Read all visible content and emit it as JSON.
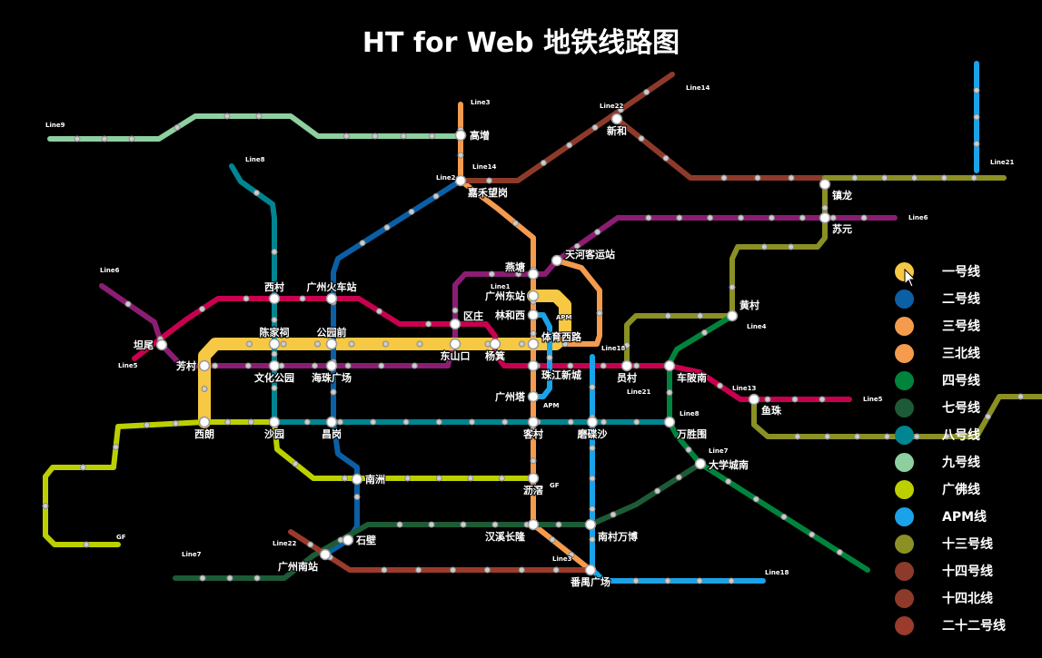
{
  "title": "HT for Web 地铁线路图",
  "legend": [
    {
      "label": "一号线",
      "color": "#F6C843"
    },
    {
      "label": "二号线",
      "color": "#0B5FA5"
    },
    {
      "label": "三号线",
      "color": "#F49B4E"
    },
    {
      "label": "三北线",
      "color": "#F49B4E"
    },
    {
      "label": "四号线",
      "color": "#00843D"
    },
    {
      "label": "七号线",
      "color": "#1D5B36"
    },
    {
      "label": "八号线",
      "color": "#008591"
    },
    {
      "label": "九号线",
      "color": "#8ECFA0"
    },
    {
      "label": "广佛线",
      "color": "#BCD000"
    },
    {
      "label": "APM线",
      "color": "#1AA3E8"
    },
    {
      "label": "十三号线",
      "color": "#8A9024"
    },
    {
      "label": "十四号线",
      "color": "#8E3A2A"
    },
    {
      "label": "十四北线",
      "color": "#8E3A2A"
    },
    {
      "label": "二十二号线",
      "color": "#9A3B2B"
    }
  ],
  "line_colors": {
    "l1": "#F6C843",
    "l2": "#0B5FA5",
    "l3": "#F49B4E",
    "l4": "#00843D",
    "l5": "#C8004F",
    "l6": "#8B1D73",
    "l7": "#1D5B36",
    "l8": "#008591",
    "l9": "#8ECFA0",
    "gf": "#BCD000",
    "apm": "#1AA3E8",
    "l13": "#8A9024",
    "l14": "#8E3A2A",
    "l18": "#1AA3E8",
    "l21": "#8A9024",
    "l22": "#9A3B2B"
  },
  "line_tags": [
    "Line9",
    "Line8",
    "Line2",
    "Line3",
    "Line14",
    "Line6",
    "Line5",
    "Line6",
    "Line1",
    "Line21",
    "Line13",
    "Line4",
    "Line8",
    "Line7",
    "Line18",
    "Line22",
    "Line7",
    "GF",
    "GF",
    "Line3",
    "Line18",
    "Line22",
    "Line14",
    "Line21",
    "APM",
    "APM",
    "Line5"
  ],
  "stations": [
    "高增",
    "嘉禾望岗",
    "新和",
    "镇龙",
    "苏元",
    "天河客运站",
    "燕塘",
    "广州东站",
    "林和西",
    "体育西路",
    "珠江新城",
    "广州塔",
    "客村",
    "沥滘",
    "汉溪长隆",
    "南村万博",
    "番禺广场",
    "石壁",
    "广州南站",
    "南洲",
    "昌岗",
    "沙园",
    "西朗",
    "芳村",
    "坦尾",
    "西村",
    "广州火车站",
    "陈家祠",
    "公园前",
    "文化公园",
    "海珠广场",
    "区庄",
    "东山口",
    "杨箕",
    "员村",
    "车陂南",
    "黄村",
    "万胜围",
    "磨碟沙",
    "鱼珠",
    "大学城南"
  ]
}
